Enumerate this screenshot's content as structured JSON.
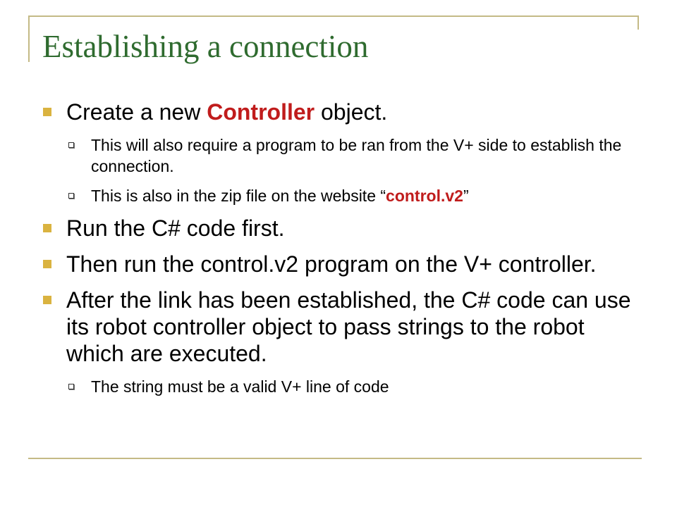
{
  "slide": {
    "title": "Establishing a connection",
    "bullets": {
      "b1": {
        "pre": "Create a new ",
        "highlight": "Controller",
        "post": " object.",
        "subs": {
          "s1": "This will also require a program to be ran from the V+ side to establish the connection.",
          "s2": {
            "pre": "This is also in the zip file on the website “",
            "highlight": "control.v2",
            "post": "”"
          }
        }
      },
      "b2": "Run the C# code first.",
      "b3": "Then run the control.v2 program on the V+ controller.",
      "b4": {
        "text": "After the link has been established, the C# code can use its robot controller object to pass strings to the robot which are executed.",
        "subs": {
          "s1": "The string must be a valid V+ line of code"
        }
      }
    }
  },
  "colors": {
    "title": "#2f6b2f",
    "highlight": "#c01c1c",
    "bullet": "#dab340",
    "frame": "#c4ba86"
  },
  "icons": {
    "level1_bullet": "filled-square",
    "level2_bullet": "hollow-square"
  }
}
